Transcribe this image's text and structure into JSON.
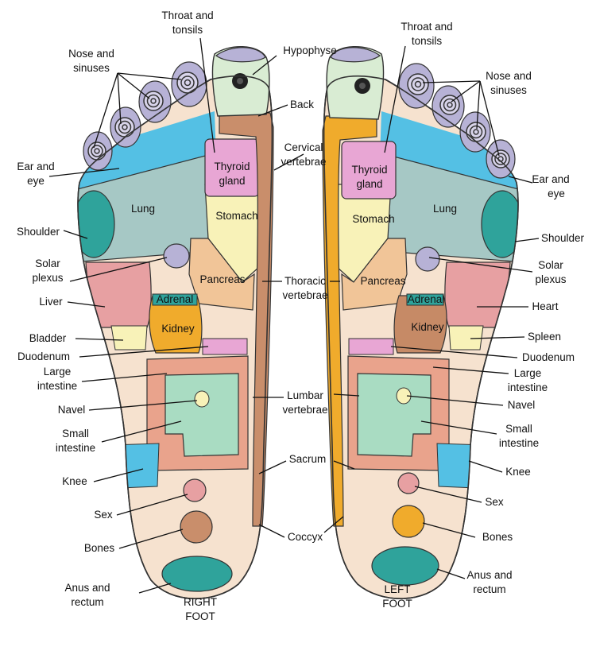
{
  "colors": {
    "skin": "#f6e2cf",
    "toe": "#b7b2d6",
    "blue": "#54c0e4",
    "lung": "#a6c8c5",
    "teal": "#2fa39b",
    "pink": "#e7a0a2",
    "lightyellow": "#f8f2b8",
    "pancreas": "#f1c598",
    "orange": "#f0ab2c",
    "brown": "#c98e6b",
    "green": "#a9dcc2",
    "salmon": "#e9a38c",
    "thyroid": "#e8a6d4",
    "hypophyse": "#d9ecd3",
    "kidney_left": "#c68a66"
  },
  "right_foot": {
    "title_line1": "RIGHT",
    "title_line2": "FOOT",
    "labels": {
      "throat_1": "Throat and",
      "throat_2": "tonsils",
      "nose_1": "Nose and",
      "nose_2": "sinuses",
      "hypophyse": "Hypophyse",
      "back": "Back",
      "ear_1": "Ear and",
      "ear_2": "eye",
      "cervical_1": "Cervical",
      "cervical_2": "vertebrae",
      "shoulder": "Shoulder",
      "solar_1": "Solar",
      "solar_2": "plexus",
      "thoracic_1": "Thoracic",
      "thoracic_2": "vertebrae",
      "liver": "Liver",
      "bladder": "Bladder",
      "duodenum": "Duodenum",
      "large_1": "Large",
      "large_2": "intestine",
      "lumbar_1": "Lumbar",
      "lumbar_2": "vertebrae",
      "navel": "Navel",
      "small_1": "Small",
      "small_2": "intestine",
      "sacrum": "Sacrum",
      "knee": "Knee",
      "sex": "Sex",
      "coccyx": "Coccyx",
      "bones": "Bones",
      "anus_1": "Anus and",
      "anus_2": "rectum"
    },
    "inline": {
      "lung": "Lung",
      "thyroid_1": "Thyroid",
      "thyroid_2": "gland",
      "stomach": "Stomach",
      "pancreas": "Pancreas",
      "adrenal": "Adrenal",
      "kidney": "Kidney"
    }
  },
  "left_foot": {
    "title_line1": "LEFT",
    "title_line2": "FOOT",
    "labels": {
      "throat_1": "Throat and",
      "throat_2": "tonsils",
      "nose_1": "Nose and",
      "nose_2": "sinuses",
      "ear_1": "Ear and",
      "ear_2": "eye",
      "shoulder": "Shoulder",
      "solar_1": "Solar",
      "solar_2": "plexus",
      "heart": "Heart",
      "spleen": "Spleen",
      "duodenum": "Duodenum",
      "large_1": "Large",
      "large_2": "intestine",
      "navel": "Navel",
      "small_1": "Small",
      "small_2": "intestine",
      "knee": "Knee",
      "sex": "Sex",
      "bones": "Bones",
      "anus_1": "Anus and",
      "anus_2": "rectum"
    },
    "inline": {
      "thyroid_1": "Thyroid",
      "thyroid_2": "gland",
      "lung": "Lung",
      "stomach": "Stomach",
      "pancreas": "Pancreas",
      "adrenal": "Adrenal",
      "kidney": "Kidney"
    }
  }
}
